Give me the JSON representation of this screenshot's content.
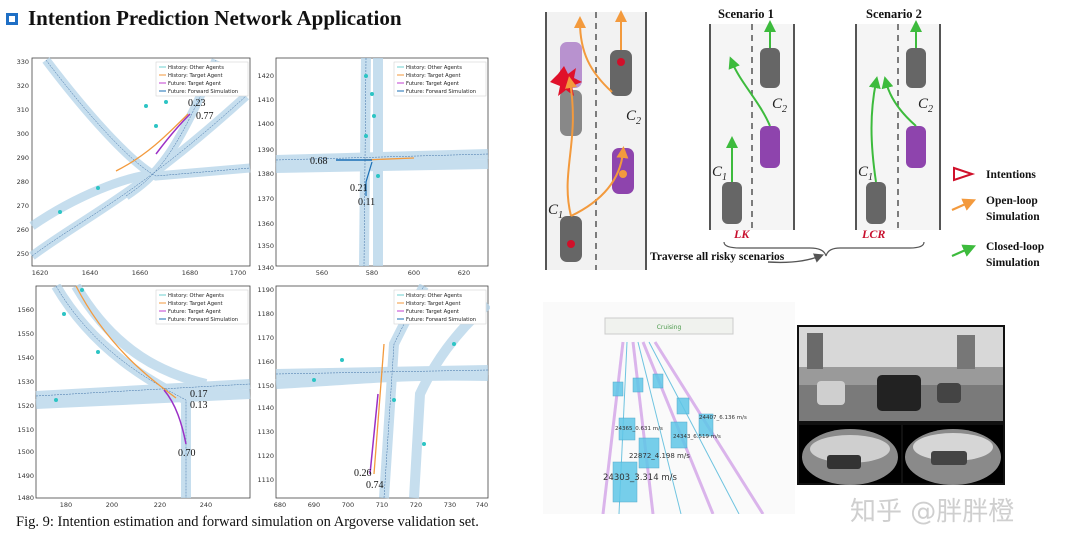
{
  "title": "Intention Prediction Network Application",
  "caption": "Fig. 9: Intention estimation and forward simulation on Argoverse validation set.",
  "legend": [
    "History: Other Agents",
    "History: Target Agent",
    "Future: Target Agent",
    "Future: Forward Simulation"
  ],
  "plots": [
    {
      "xticks": [
        "1620",
        "1640",
        "1660",
        "1680",
        "1700"
      ],
      "yticks": [
        "330",
        "320",
        "310",
        "300",
        "290",
        "280",
        "270",
        "260",
        "250"
      ],
      "probs": [
        "0.23",
        "0.77"
      ]
    },
    {
      "xticks": [
        "560",
        "580",
        "600",
        "620"
      ],
      "yticks": [
        "1420",
        "1410",
        "1400",
        "1390",
        "1380",
        "1370",
        "1360",
        "1350",
        "1340"
      ],
      "probs": [
        "0.68",
        "0.21",
        "0.11"
      ]
    },
    {
      "xticks": [
        "180",
        "200",
        "220",
        "240"
      ],
      "yticks": [
        "1560",
        "1550",
        "1540",
        "1530",
        "1520",
        "1510",
        "1500",
        "1490",
        "1480"
      ],
      "probs": [
        "0.17",
        "0.13",
        "0.70"
      ]
    },
    {
      "xticks": [
        "680",
        "690",
        "700",
        "710",
        "720",
        "730",
        "740"
      ],
      "yticks": [
        "1190",
        "1180",
        "1170",
        "1160",
        "1150",
        "1140",
        "1130",
        "1120",
        "1110"
      ],
      "probs": [
        "0.26",
        "0.74"
      ]
    }
  ],
  "diagram": {
    "scenario1": "Scenario 1",
    "scenario2": "Scenario 2",
    "c1": "C",
    "c2": "C",
    "sub1": "1",
    "sub2": "2",
    "lk": "LK",
    "lcr": "LCR",
    "traverse": "Traverse all risky scenarios",
    "legend_intentions": "Intentions",
    "legend_open_1": "Open-loop",
    "legend_open_2": "Simulation",
    "legend_closed_1": "Closed-loop",
    "legend_closed_2": "Simulation"
  },
  "sim": {
    "banner": "Cruising",
    "labels": [
      "24303_3.314 m/s",
      "22872_4.198 m/s",
      "24365_0.631 m/s",
      "24343_6.519 m/s",
      "24407_6.136 m/s"
    ]
  },
  "watermark": "知乎 @胖胖橙",
  "colors": {
    "title_square": "#1f6fc5",
    "orange": "#f39a3d",
    "green": "#3dbb3d",
    "red": "#d0102a",
    "purple": "#8e44ad"
  }
}
